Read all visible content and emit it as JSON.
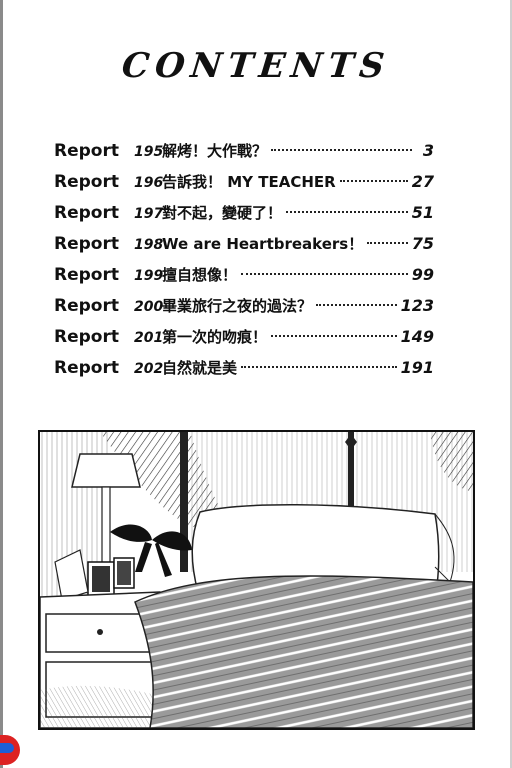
{
  "page": {
    "title": "CONTENTS"
  },
  "toc": [
    {
      "report": "Report",
      "num": "195",
      "title": "解烤！大作戰？",
      "page": "3"
    },
    {
      "report": "Report",
      "num": "196",
      "title": "告訴我！ MY TEACHER",
      "page": "27"
    },
    {
      "report": "Report",
      "num": "197",
      "title": "對不起，變硬了！",
      "page": "51"
    },
    {
      "report": "Report",
      "num": "198",
      "title": "We are Heartbreakers！",
      "page": "75"
    },
    {
      "report": "Report",
      "num": "199",
      "title": "擅自想像！",
      "page": "99"
    },
    {
      "report": "Report",
      "num": "200",
      "title": "畢業旅行之夜的過法？",
      "page": "123"
    },
    {
      "report": "Report",
      "num": "201",
      "title": "第一次的吻痕！",
      "page": "149"
    },
    {
      "report": "Report",
      "num": "202",
      "title": "自然就是美",
      "page": "191"
    }
  ],
  "colors": {
    "ink": "#111111",
    "paper": "#ffffff",
    "badge_red": "#dd2222",
    "badge_blue": "#1d5fd6"
  }
}
